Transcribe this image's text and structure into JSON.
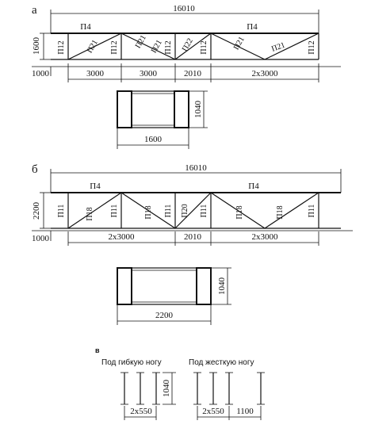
{
  "panel_a": {
    "label": "а",
    "overall_length": "16010",
    "height": "1600",
    "chord_top_left": "П4",
    "chord_top_right": "П4",
    "verticals": [
      "П12",
      "П12",
      "П12",
      "П12",
      "П12"
    ],
    "diagonals": [
      "П21",
      "П21",
      "П21",
      "П22",
      "П21",
      "П21"
    ],
    "overhang": "1000",
    "spans": [
      "3000",
      "3000",
      "2010",
      "2х3000"
    ],
    "plan_height": "1040",
    "plan_width": "1600"
  },
  "panel_b": {
    "label": "б",
    "overall_length": "16010",
    "height": "2200",
    "chord_top_left": "П4",
    "chord_top_right": "П4",
    "verticals": [
      "П11",
      "П11",
      "П11",
      "П11",
      "П11"
    ],
    "diagonals": [
      "П18",
      "П18",
      "П20",
      "П18",
      "П18"
    ],
    "overhang": "1000",
    "spans": [
      "2х3000",
      "2010",
      "2х3000"
    ],
    "plan_height": "1040",
    "plan_width": "2200"
  },
  "panel_c": {
    "label": "в",
    "caption_left": "Под гибкую ногу",
    "caption_right": "Под жесткую ногу",
    "height": "1040",
    "left_span": "2х550",
    "right_span": "2х550",
    "right_extra": "1100"
  }
}
